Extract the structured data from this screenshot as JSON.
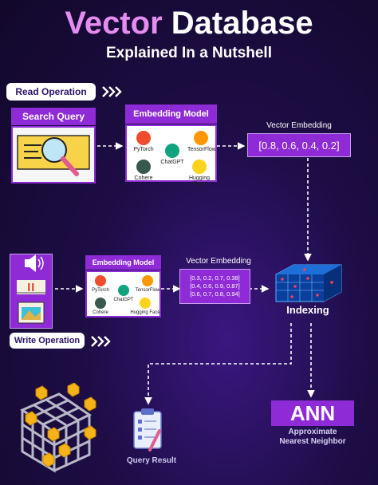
{
  "header": {
    "title_part1": "Vector",
    "title_part2": "Database",
    "subtitle": "Explained In a Nutshell"
  },
  "read": {
    "badge": "Read Operation",
    "search_query": "Search Query",
    "embedding_model": "Embedding Model",
    "vector_label": "Vector Embedding",
    "vector_value": "[0.8, 0.6, 0.4, 0.2]"
  },
  "models": {
    "pytorch": "PyTorch",
    "tensorflow": "TensorFlow",
    "chatgpt": "ChatGPT",
    "cohere": "Cohere",
    "huggingface": "Hugging Face"
  },
  "write": {
    "badge": "Write Operation",
    "embedding_model": "Embedding Model",
    "vector_label": "Vector Embedding",
    "vectors": [
      "[0.3, 0.2, 0.7, 0.38]",
      "[0.4, 0.6, 0.9, 0.87]",
      "[0.6, 0.7, 0.8, 0.94]"
    ]
  },
  "indexing": "Indexing",
  "ann": {
    "label": "ANN",
    "line1": "Approximate",
    "line2": "Nearest Neighbor"
  },
  "query_result": "Query Result",
  "colors": {
    "accent_purple": "#8e2bd6",
    "title_pink": "#e58cf0",
    "background": "#1d0d45"
  },
  "icons": [
    "chevrons-right-icon",
    "magnifier-icon",
    "speaker-icon",
    "video-icon",
    "image-icon",
    "cube-icon",
    "clipboard-icon",
    "network-cube-icon"
  ]
}
